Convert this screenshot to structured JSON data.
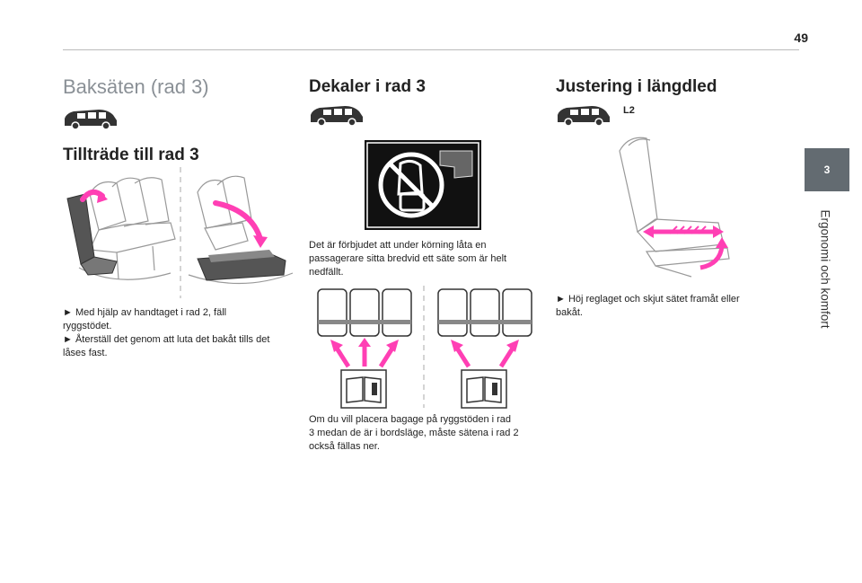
{
  "page": {
    "number": "49"
  },
  "side_tab": {
    "chapter": "3",
    "label": "Ergonomi och komfort"
  },
  "col1": {
    "title": "Baksäten (rad 3)",
    "subtitle": "Tillträde till rad 3",
    "text": [
      "► Med hjälp av handtaget i rad 2, fäll",
      "ryggstödet.",
      "► Återställ det genom att luta det bakåt tills det",
      "låses fast."
    ]
  },
  "col2": {
    "title": "Dekaler i rad 3",
    "text1": [
      "Det är förbjudet att under körning låta en",
      "passagerare sitta bredvid ett säte som är helt",
      "nedfällt."
    ],
    "text2": [
      "Om du vill placera bagage på ryggstöden i rad",
      "3 medan de är i bordsläge, måste sätena i rad 2",
      "också fällas ner."
    ]
  },
  "col3": {
    "title": "Justering i längdled",
    "badge": "L2",
    "text": [
      "► Höj reglaget och skjut sätet framåt eller",
      "bakåt."
    ]
  },
  "colors": {
    "accent": "#ff3fb4",
    "tab": "#636b71"
  },
  "icons": [
    "van-icon",
    "warning-decal-icon",
    "manual-book-icon",
    "arrow-icon"
  ]
}
